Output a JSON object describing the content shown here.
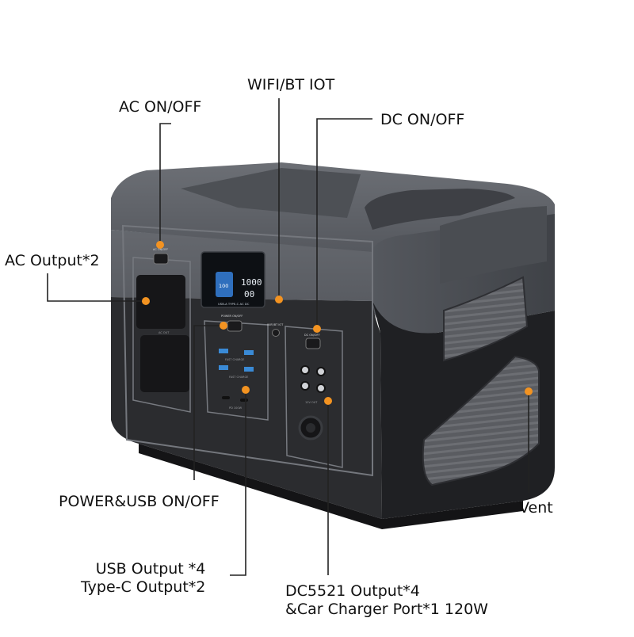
{
  "callouts": {
    "ac_onoff": "AC ON/OFF",
    "wifi_bt": "WIFI/BT IOT",
    "dc_onoff": "DC ON/OFF",
    "ac_output": "AC Output*2",
    "power_usb_onoff": "POWER&USB ON/OFF",
    "vent": "Vent",
    "usb_output": "USB Output *4\nType-C Output*2",
    "dc5521_output": "DC5521 Output*4\n&Car Charger Port*1 120W"
  },
  "panel_labels": {
    "ac_onoff": "AC ON/OFF",
    "power_onoff": "POWER ON/OFF",
    "wifi_bt": "WIFI/BT IOT",
    "dc_onoff": "DC ON/OFF",
    "ac_out": "AC OUT",
    "fast_charge": "FAST CHARGE",
    "pd": "PD 100W",
    "out12v": "12V OUT"
  },
  "display": {
    "top_reading": "1000",
    "bottom_reading": "00",
    "battery_percent": "100",
    "row_labels": "USB-A TYPE-C AC DC"
  },
  "colors": {
    "marker": "#f39321",
    "line": "#222222",
    "shell_top": "#5d6066",
    "shell_bottom": "#2a2b2e"
  }
}
